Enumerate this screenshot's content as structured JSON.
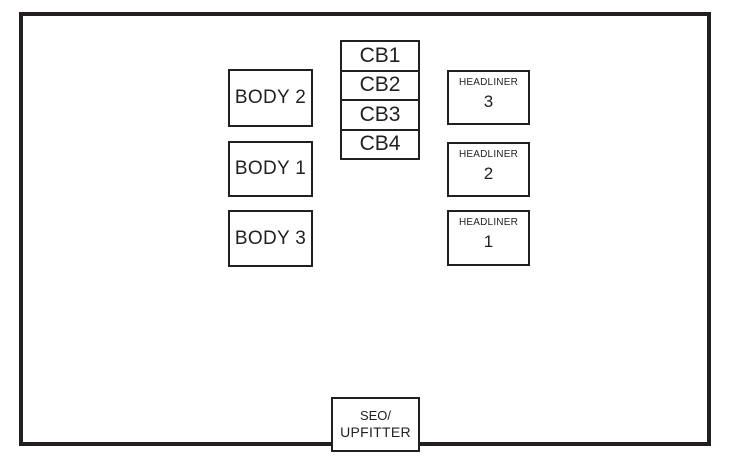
{
  "colors": {
    "ink": "#231f20",
    "paper": "#ffffff"
  },
  "boxes": {
    "body": [
      {
        "label": "BODY 2"
      },
      {
        "label": "BODY 1"
      },
      {
        "label": "BODY 3"
      }
    ],
    "cb": [
      {
        "label": "CB1"
      },
      {
        "label": "CB2"
      },
      {
        "label": "CB3"
      },
      {
        "label": "CB4"
      }
    ],
    "headliner": [
      {
        "title": "HEADLINER",
        "number": "3"
      },
      {
        "title": "HEADLINER",
        "number": "2"
      },
      {
        "title": "HEADLINER",
        "number": "1"
      }
    ],
    "seo": {
      "line1": "SEO/",
      "line2": "UPFITTER"
    }
  }
}
